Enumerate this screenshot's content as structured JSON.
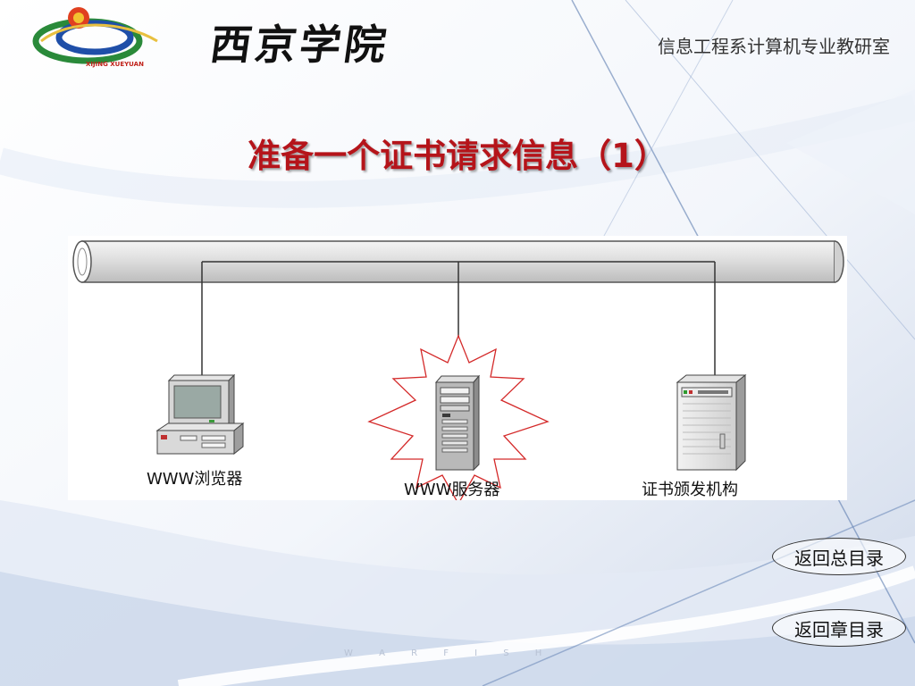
{
  "header": {
    "school_name": "西京学院",
    "logo_caption": "XIJING XUEYUAN",
    "department": "信息工程系计算机专业教研室"
  },
  "slide": {
    "title": "准备一个证书请求信息（1）"
  },
  "diagram": {
    "nodes": [
      {
        "label": "WWW浏览器"
      },
      {
        "label": "WWW服务器"
      },
      {
        "label": "证书颁发机构"
      }
    ]
  },
  "nav": {
    "toc_all": "返回总目录",
    "toc_chapter": "返回章目录"
  },
  "footer": {
    "watermark": "W A R F I S H"
  },
  "colors": {
    "title": "#b5141a",
    "starburst": "#d42a2a",
    "pipe": "#cfcfcf"
  }
}
